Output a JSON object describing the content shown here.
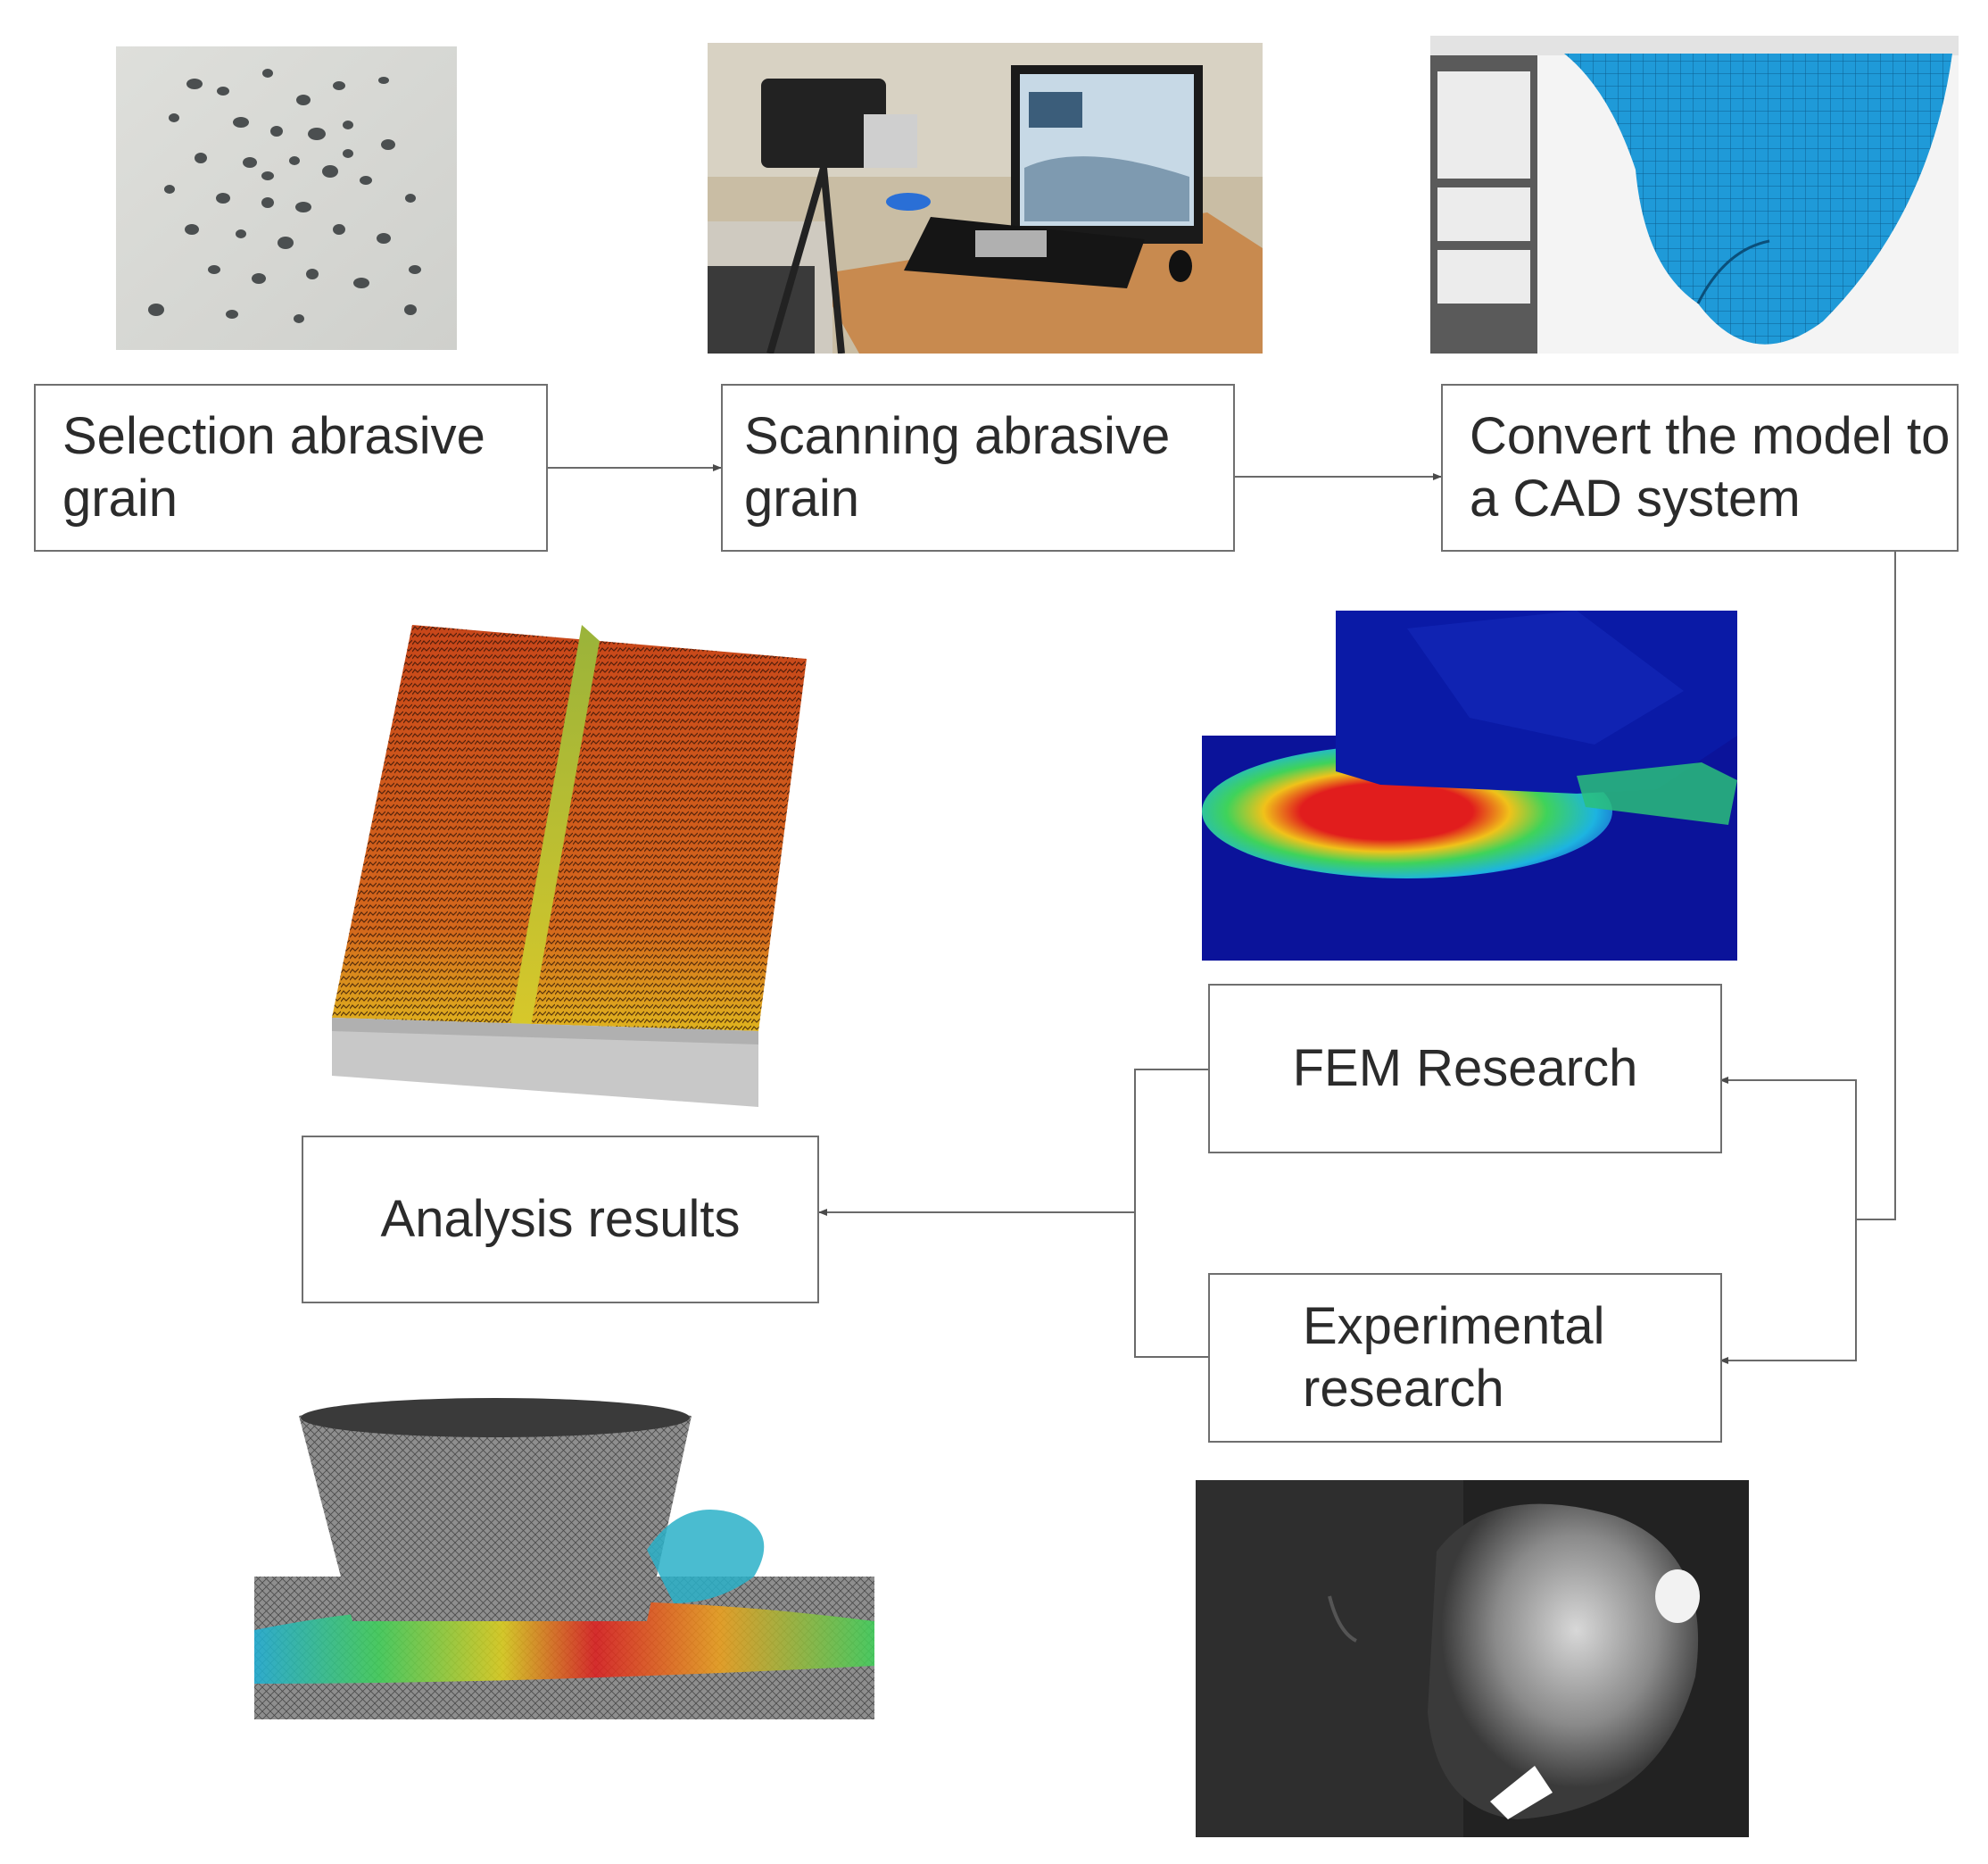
{
  "steps": {
    "selection": "Selection abrasive grain",
    "scanning": "Scanning abrasive grain",
    "convert": "Convert the model to a CAD system",
    "fem": "FEM Research",
    "experimental": "Experimental research",
    "analysis": "Analysis results"
  },
  "colors": {
    "border": "#6f6f6f",
    "arrow": "#5a5a5a",
    "cad_blue": "#1f9ad8",
    "fem_background": "#0b139a",
    "stress_red": "#e11d1d"
  }
}
